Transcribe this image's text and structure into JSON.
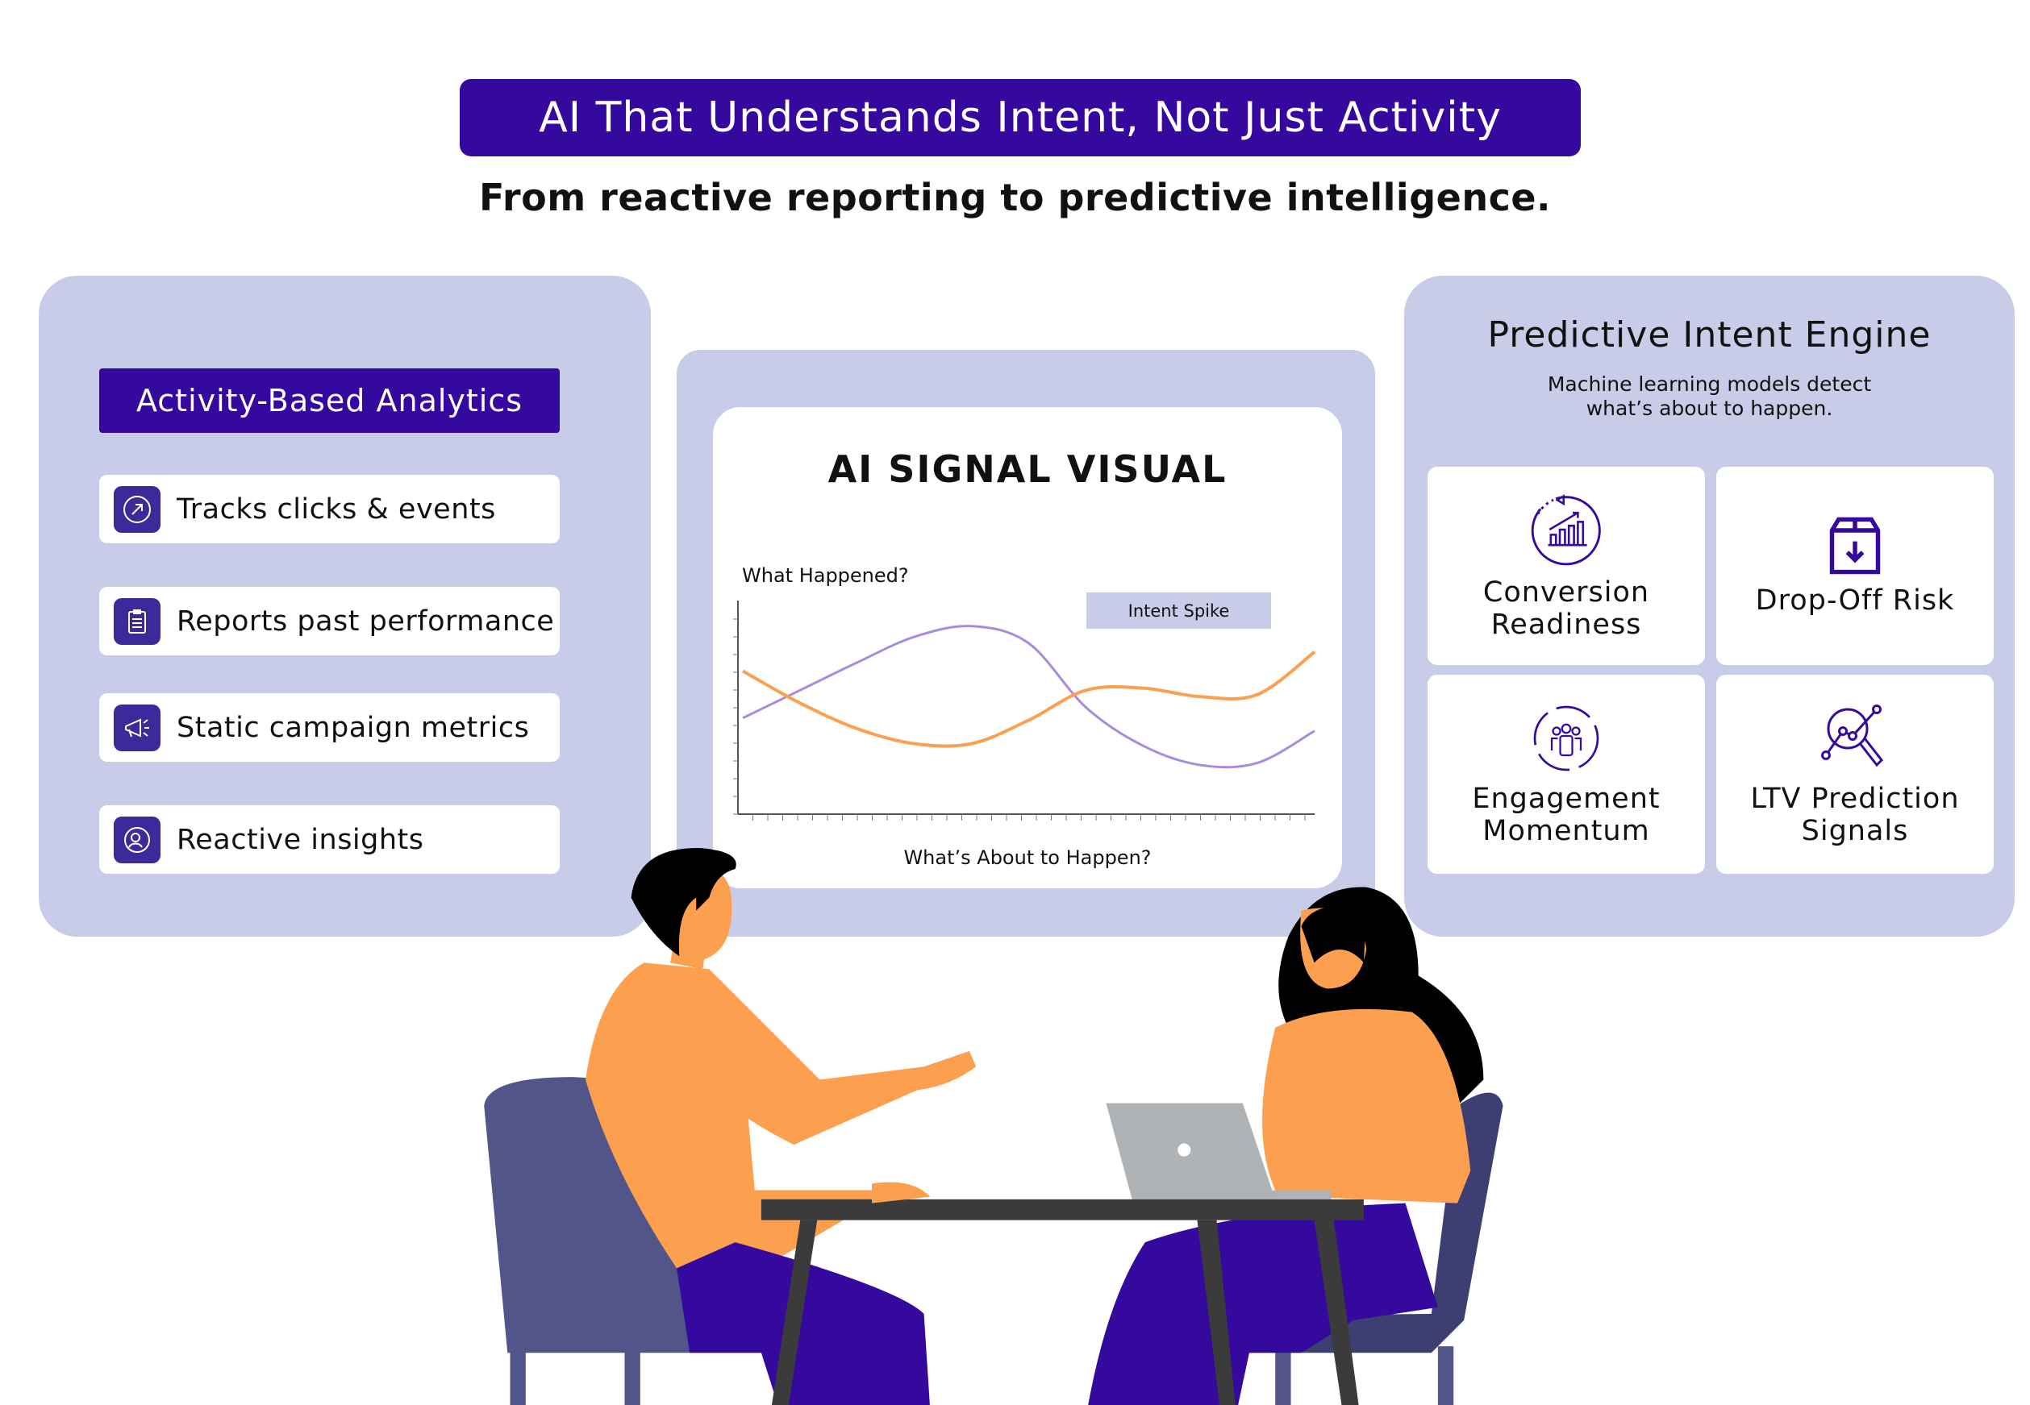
{
  "header": {
    "title": "AI That Understands Intent, Not Just Activity",
    "subtitle": "From reactive reporting to predictive intelligence."
  },
  "left_panel": {
    "heading": "Activity-Based Analytics",
    "items": [
      {
        "icon": "cursor-click-icon",
        "label": "Tracks clicks & events"
      },
      {
        "icon": "clipboard-icon",
        "label": "Reports past performance"
      },
      {
        "icon": "megaphone-icon",
        "label": "Static campaign metrics"
      },
      {
        "icon": "user-refresh-icon",
        "label": "Reactive insights"
      }
    ]
  },
  "center_panel": {
    "title": "AI SIGNAL VISUAL"
  },
  "chart_data": {
    "type": "line",
    "title": "AI SIGNAL VISUAL",
    "ylabel": "What Happened?",
    "xlabel": "What’s About to Happen?",
    "annotation": "Intent Spike",
    "x": [
      0,
      1,
      2,
      3,
      4,
      5,
      6,
      7,
      8,
      9,
      10
    ],
    "ylim": [
      0,
      10
    ],
    "grid": false,
    "series": [
      {
        "name": "purple",
        "color": "#a78bdc",
        "values": [
          4.5,
          5.8,
          7.1,
          8.3,
          8.8,
          8.0,
          5.0,
          3.2,
          2.3,
          2.4,
          3.9
        ]
      },
      {
        "name": "orange",
        "color": "#fca050",
        "values": [
          6.7,
          5.2,
          4.0,
          3.3,
          3.3,
          4.4,
          5.8,
          5.9,
          5.5,
          5.6,
          7.6
        ]
      }
    ]
  },
  "right_panel": {
    "title": "Predictive Intent Engine",
    "subtitle_line1": "Machine learning models detect",
    "subtitle_line2": "what’s about to happen.",
    "tiles": [
      {
        "icon": "growth-chart-cycle-icon",
        "line1": "Conversion",
        "line2": "Readiness"
      },
      {
        "icon": "box-down-icon",
        "line1": "Drop-Off Risk",
        "line2": ""
      },
      {
        "icon": "team-cycle-icon",
        "line1": "Engagement",
        "line2": "Momentum"
      },
      {
        "icon": "magnifier-graph-icon",
        "line1": "LTV Prediction",
        "line2": "Signals"
      }
    ]
  },
  "colors": {
    "brand": "#35099e",
    "panel": "#c8cce8",
    "orange": "#fca050",
    "purple_line": "#a78bdc"
  }
}
